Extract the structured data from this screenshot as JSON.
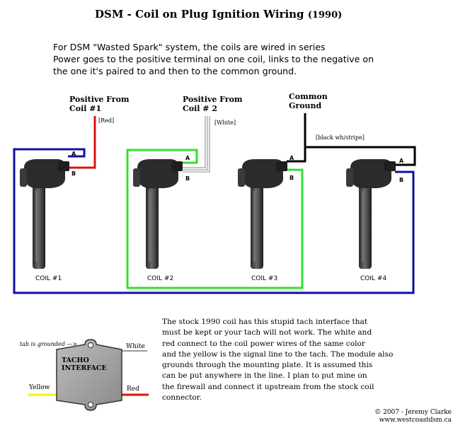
{
  "title": {
    "main": "DSM - Coil on Plug Ignition Wiring",
    "year": "(1990)"
  },
  "intro": [
    "For DSM \"Wasted Spark\" system, the coils are wired in series",
    "Power goes to the positive terminal on one coil, links to the negative on",
    "the one it's paired to and then to the common ground."
  ],
  "headers": {
    "pos1": [
      "Positive From",
      "Coil #1"
    ],
    "pos2": [
      "Positive From",
      "Coil # 2"
    ],
    "ground": [
      "Common",
      "Ground"
    ]
  },
  "wire_notes": {
    "red": "[Red]",
    "white": "[White]",
    "black": "[black wh/stripe]"
  },
  "terminals": {
    "a": "A",
    "b": "B"
  },
  "coils": [
    "COIL #1",
    "COIL #2",
    "COIL #3",
    "COIL #4"
  ],
  "colors": {
    "red": "#e01010",
    "blue": "#1010a0",
    "green": "#30e030",
    "black": "#000000",
    "gray": "#9a9a9a",
    "yellow": "#f5f500"
  },
  "tacho": {
    "tab_note": "tab is grounded --->",
    "label": [
      "TACHO",
      "INTERFACE"
    ],
    "white": "White",
    "yellow": "Yellow",
    "red": "Red"
  },
  "description": [
    "The stock 1990 coil has this stupid tach interface that",
    "must be kept or your tach will not work. The white and",
    "red connect to the coil power wires of the same color",
    "and the yellow is the signal line to the tach. The module also",
    "grounds through the mounting plate. It is assumed this",
    "can be put anywhere in the line. I plan to put mine on",
    "the firewall and connect it upstream from the stock coil",
    "connector."
  ],
  "copyright": [
    "© 2007 - Jeremy Clarke",
    "www.westcoastdsm.ca"
  ]
}
